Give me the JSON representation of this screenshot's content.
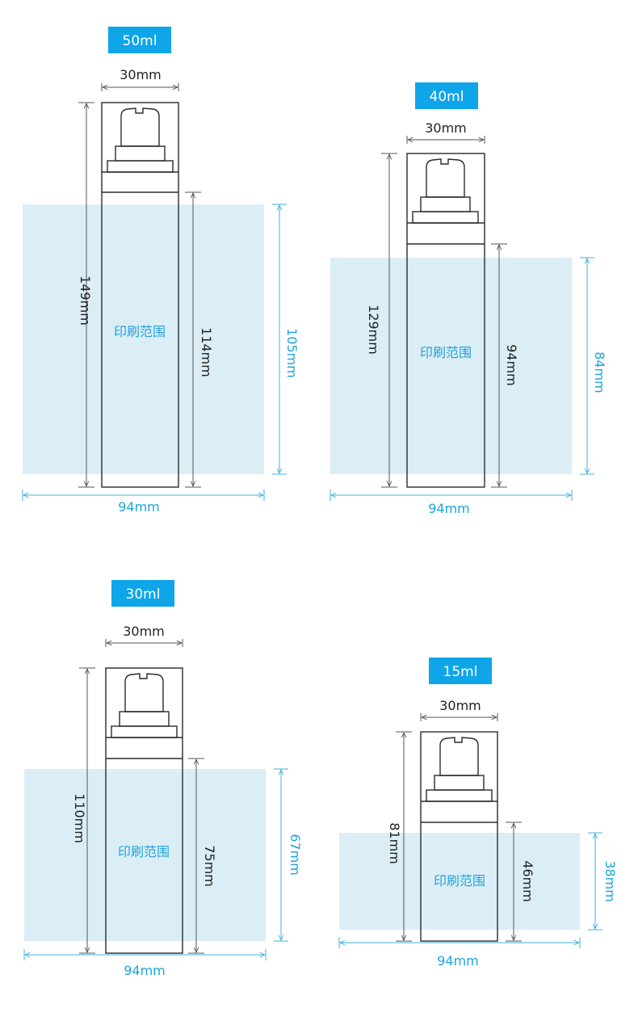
{
  "colors": {
    "badge": "#0ea5e9",
    "print_area": "#dbeef5",
    "accent_text": "#1fa3dc",
    "outline": "#2b2b2b"
  },
  "print_label": "印刷范围",
  "bottles": [
    {
      "capacity": "50ml",
      "width_label": "30mm",
      "total_height_label": "149mm",
      "body_height_label": "114mm",
      "print_height_label": "105mm",
      "print_width_label": "94mm"
    },
    {
      "capacity": "40ml",
      "width_label": "30mm",
      "total_height_label": "129mm",
      "body_height_label": "94mm",
      "print_height_label": "84mm",
      "print_width_label": "94mm"
    },
    {
      "capacity": "30ml",
      "width_label": "30mm",
      "total_height_label": "110mm",
      "body_height_label": "75mm",
      "print_height_label": "67mm",
      "print_width_label": "94mm"
    },
    {
      "capacity": "15ml",
      "width_label": "30mm",
      "total_height_label": "81mm",
      "body_height_label": "46mm",
      "print_height_label": "38mm",
      "print_width_label": "94mm"
    }
  ]
}
